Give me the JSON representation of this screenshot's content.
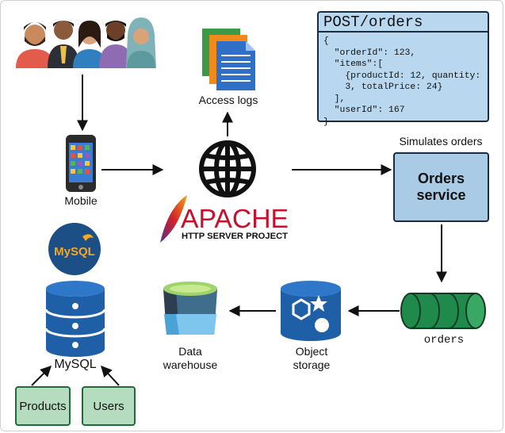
{
  "post_box": {
    "title": "POST/orders",
    "json_text": "{\n  \"orderId\": 123,\n  \"items\":[\n    {productId: 12, quantity:\n    3, totalPrice: 24}\n  ],\n  \"userId\": 167\n}"
  },
  "labels": {
    "access_logs": "Access logs",
    "mobile": "Mobile",
    "simulates_orders": "Simulates orders",
    "orders_service_line1": "Orders",
    "orders_service_line2": "service",
    "orders_queue": "orders",
    "object_storage_line1": "Object",
    "object_storage_line2": "storage",
    "data_warehouse_line1": "Data",
    "data_warehouse_line2": "warehouse",
    "mysql": "MySQL",
    "products": "Products",
    "users": "Users"
  },
  "apache": {
    "wordmark": "APACHE",
    "subtitle": "HTTP SERVER PROJECT"
  },
  "mysql_logo": {
    "text": "MySQL"
  },
  "colors": {
    "service_blue": "#a9cbe6",
    "json_blue": "#b9d7ee",
    "db_blue": "#1f5fa8",
    "queue_green": "#1f8a4c",
    "source_green": "#b6dcbf",
    "apache_red": "#c8102e"
  }
}
